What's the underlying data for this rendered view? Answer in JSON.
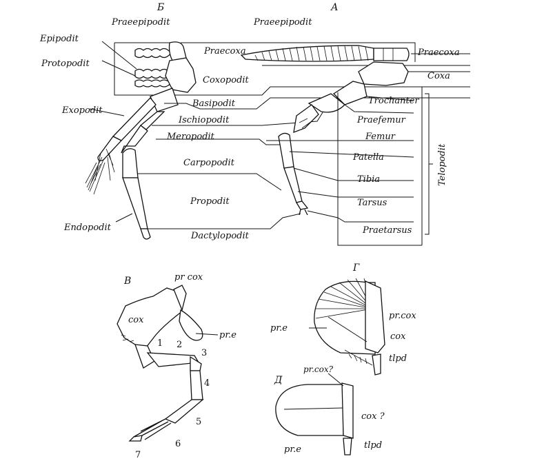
{
  "figure": {
    "panels": {
      "b": {
        "mark": "Б",
        "labels": {
          "praeepipodit": "Praeepipodit",
          "epipodit": "Epipodit",
          "protopodit": "Protopodit",
          "praecoxa": "Praecoxa",
          "coxopodit": "Coxopodit",
          "exopodit": "Exopodit",
          "basipodit": "Basipodit",
          "ischiopodit": "Ischiopodit",
          "meropodit": "Meropodit",
          "carpopodit": "Carpopodit",
          "propodit": "Propodit",
          "endopodit": "Endopodit",
          "dactylopodit": "Dactylopodit"
        }
      },
      "a": {
        "mark": "А",
        "labels": {
          "praeepipodit": "Praeepipodit",
          "praecoxa": "Praecoxa",
          "coxa": "Coxa",
          "trochanter": "Trochanter",
          "praefemur": "Praefemur",
          "femur": "Femur",
          "patella": "Patella",
          "tibia": "Tibia",
          "tarsus": "Tarsus",
          "praetarsus": "Praetarsus",
          "telopodit": "Telopodit"
        }
      },
      "v": {
        "mark": "В",
        "labels": {
          "prcox": "pr cox",
          "cox": "cox",
          "pre": "pr.e"
        },
        "numbers": [
          "1",
          "2",
          "3",
          "4",
          "5",
          "6",
          "7"
        ]
      },
      "g": {
        "mark": "Г",
        "labels": {
          "prcox": "pr.cox",
          "pre": "pr.e",
          "cox": "cox",
          "tlpd": "tlpd"
        }
      },
      "d": {
        "mark": "Д",
        "labels": {
          "prcox": "pr.cox?",
          "cox": "cox ?",
          "pre": "pr.e",
          "tlpd": "tlpd"
        }
      }
    }
  }
}
